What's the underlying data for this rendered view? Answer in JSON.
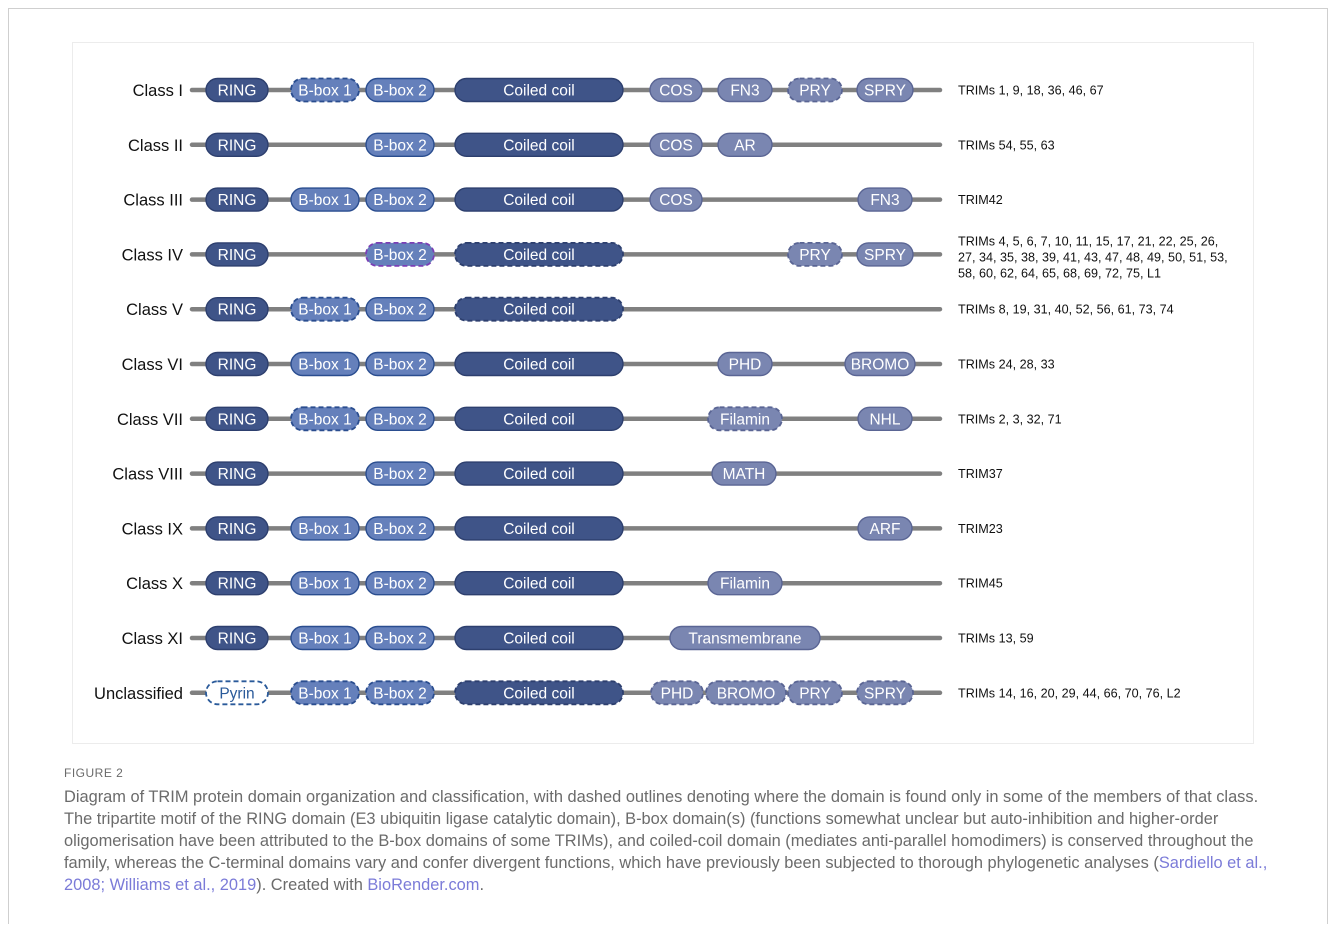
{
  "domain_colors": {
    "core_dark": "#3f5488",
    "core_dark_stroke": "#2d3f6e",
    "bbox_fill": "#6580bb",
    "bbox_stroke": "#2a4d8f",
    "cterm_fill": "#7a86b1",
    "cterm_stroke": "#5a6594",
    "line": "#808080",
    "class4_bbox_stroke": "#7a3fb5",
    "pyrin_stroke": "#2a5a9a"
  },
  "rows": [
    {
      "label": "Class I",
      "members": [
        "TRIMs 1, 9, 18, 36, 46, 67"
      ],
      "domains": [
        {
          "key": "ring",
          "text": "RING"
        },
        {
          "key": "bbox1",
          "text": "B-box 1",
          "dashed": true
        },
        {
          "key": "bbox2",
          "text": "B-box 2"
        },
        {
          "key": "cc",
          "text": "Coiled coil"
        },
        {
          "key": "cos",
          "text": "COS"
        },
        {
          "key": "fn3a",
          "text": "FN3"
        },
        {
          "key": "pry",
          "text": "PRY",
          "dashed": true
        },
        {
          "key": "spry",
          "text": "SPRY"
        }
      ]
    },
    {
      "label": "Class II",
      "members": [
        "TRIMs 54, 55, 63"
      ],
      "domains": [
        {
          "key": "ring",
          "text": "RING"
        },
        {
          "key": "bbox2",
          "text": "B-box 2"
        },
        {
          "key": "cc",
          "text": "Coiled coil"
        },
        {
          "key": "cos",
          "text": "COS"
        },
        {
          "key": "ar",
          "text": "AR"
        }
      ]
    },
    {
      "label": "Class III",
      "members": [
        "TRIM42"
      ],
      "domains": [
        {
          "key": "ring",
          "text": "RING"
        },
        {
          "key": "bbox1",
          "text": "B-box 1"
        },
        {
          "key": "bbox2",
          "text": "B-box 2"
        },
        {
          "key": "cc",
          "text": "Coiled coil"
        },
        {
          "key": "cos",
          "text": "COS"
        },
        {
          "key": "fn3b",
          "text": "FN3"
        }
      ]
    },
    {
      "label": "Class IV",
      "members": [
        "TRIMs 4, 5, 6, 7, 10, 11, 15, 17, 21, 22, 25, 26,",
        "27, 34, 35, 38, 39, 41, 43, 47, 48, 49, 50, 51, 53,",
        "58, 60, 62, 64, 65, 68, 69, 72, 75, L1"
      ],
      "domains": [
        {
          "key": "ring",
          "text": "RING"
        },
        {
          "key": "bbox2",
          "text": "B-box 2",
          "dashed": true,
          "purple": true
        },
        {
          "key": "cc",
          "text": "Coiled coil",
          "dashed": true
        },
        {
          "key": "pry",
          "text": "PRY",
          "dashed": true
        },
        {
          "key": "spry",
          "text": "SPRY"
        }
      ]
    },
    {
      "label": "Class V",
      "members": [
        "TRIMs 8, 19, 31, 40, 52, 56, 61, 73, 74"
      ],
      "domains": [
        {
          "key": "ring",
          "text": "RING"
        },
        {
          "key": "bbox1",
          "text": "B-box 1",
          "dashed": true
        },
        {
          "key": "bbox2",
          "text": "B-box 2"
        },
        {
          "key": "cc",
          "text": "Coiled coil",
          "dashed": true
        }
      ]
    },
    {
      "label": "Class VI",
      "members": [
        "TRIMs 24, 28, 33"
      ],
      "domains": [
        {
          "key": "ring",
          "text": "RING"
        },
        {
          "key": "bbox1",
          "text": "B-box 1"
        },
        {
          "key": "bbox2",
          "text": "B-box 2"
        },
        {
          "key": "cc",
          "text": "Coiled coil"
        },
        {
          "key": "phd",
          "text": "PHD"
        },
        {
          "key": "bromo",
          "text": "BROMO"
        }
      ]
    },
    {
      "label": "Class VII",
      "members": [
        "TRIMs 2, 3, 32, 71"
      ],
      "domains": [
        {
          "key": "ring",
          "text": "RING"
        },
        {
          "key": "bbox1",
          "text": "B-box 1",
          "dashed": true
        },
        {
          "key": "bbox2",
          "text": "B-box 2"
        },
        {
          "key": "cc",
          "text": "Coiled coil"
        },
        {
          "key": "filamin",
          "text": "Filamin",
          "dashed": true
        },
        {
          "key": "nhl",
          "text": "NHL"
        }
      ]
    },
    {
      "label": "Class VIII",
      "members": [
        "TRIM37"
      ],
      "domains": [
        {
          "key": "ring",
          "text": "RING"
        },
        {
          "key": "bbox2",
          "text": "B-box 2"
        },
        {
          "key": "cc",
          "text": "Coiled coil"
        },
        {
          "key": "math",
          "text": "MATH"
        }
      ]
    },
    {
      "label": "Class IX",
      "members": [
        "TRIM23"
      ],
      "domains": [
        {
          "key": "ring",
          "text": "RING"
        },
        {
          "key": "bbox1",
          "text": "B-box 1"
        },
        {
          "key": "bbox2",
          "text": "B-box 2"
        },
        {
          "key": "cc",
          "text": "Coiled coil"
        },
        {
          "key": "arf",
          "text": "ARF"
        }
      ]
    },
    {
      "label": "Class X",
      "members": [
        "TRIM45"
      ],
      "domains": [
        {
          "key": "ring",
          "text": "RING"
        },
        {
          "key": "bbox1",
          "text": "B-box 1"
        },
        {
          "key": "bbox2",
          "text": "B-box 2"
        },
        {
          "key": "cc",
          "text": "Coiled coil"
        },
        {
          "key": "filamin",
          "text": "Filamin"
        }
      ]
    },
    {
      "label": "Class XI",
      "members": [
        "TRIMs 13, 59"
      ],
      "domains": [
        {
          "key": "ring",
          "text": "RING"
        },
        {
          "key": "bbox1",
          "text": "B-box 1"
        },
        {
          "key": "bbox2",
          "text": "B-box 2"
        },
        {
          "key": "cc",
          "text": "Coiled coil"
        },
        {
          "key": "tm",
          "text": "Transmembrane"
        }
      ]
    },
    {
      "label": "Unclassified",
      "members": [
        "TRIMs 14, 16, 20, 29, 44, 66, 70, 76, L2"
      ],
      "domains": [
        {
          "key": "pyrin",
          "text": "Pyrin",
          "dashed": true
        },
        {
          "key": "bbox1",
          "text": "B-box 1",
          "dashed": true
        },
        {
          "key": "bbox2",
          "text": "B-box 2",
          "dashed": true
        },
        {
          "key": "cc",
          "text": "Coiled coil",
          "dashed": true
        },
        {
          "key": "phd_u",
          "text": "PHD",
          "dashed": true
        },
        {
          "key": "bromo_u",
          "text": "BROMO",
          "dashed": true
        },
        {
          "key": "pry_u",
          "text": "PRY",
          "dashed": true
        },
        {
          "key": "spry_u",
          "text": "SPRY",
          "dashed": true
        }
      ]
    }
  ],
  "caption": {
    "label": "FIGURE 2",
    "text_before": "Diagram of TRIM protein domain organization and classification, with dashed outlines denoting where the domain is found only in some of the members of that class. The tripartite motif of the RING domain (E3 ubiquitin ligase catalytic domain), B-box domain(s) (functions somewhat unclear but auto-inhibition and higher-order oligomerisation have been attributed to the B-box domains of some TRIMs), and coiled-coil domain (mediates anti-parallel homodimers) is conserved throughout the family, whereas the C-terminal domains vary and confer divergent functions, which have previously been subjected to thorough phylogenetic analyses (",
    "link1": "Sardiello et al., 2008; Williams et al., 2019",
    "text_middle": "). Created with ",
    "link2": "BioRender.com",
    "text_after": "."
  }
}
